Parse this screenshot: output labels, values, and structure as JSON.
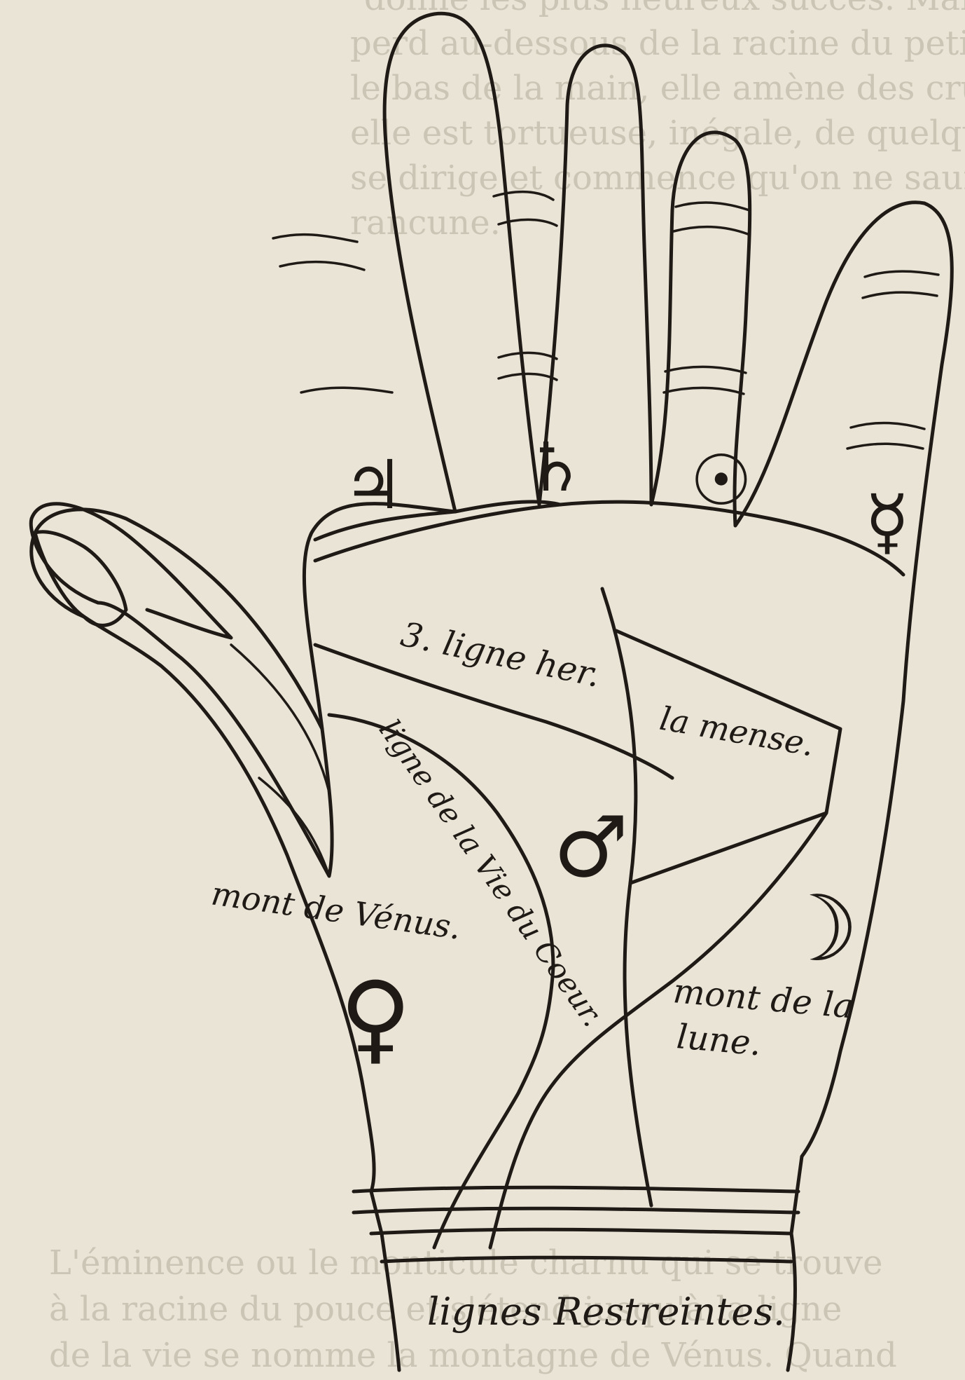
{
  "colors": {
    "paper": "#e9e4d6",
    "ink": "#1f1a16",
    "bleed": "#cbc5b6"
  },
  "background_text": {
    "top_lines": [
      "donne les plus heureux succès. Mais si elle se",
      "perd au-dessous de la racine du petit doigt, vers",
      "le bas de la main, elle amène des cruautés. Si",
      "elle est tortueuse, inégale, de quelque côté qu'elle",
      "se dirige et commence qu'on ne saura pas de la",
      "rancune."
    ],
    "bottom_lines": [
      "L'éminence ou le monticule charnu qui se trouve",
      "à la racine du pouce et s'étend jusqu'à la ligne",
      "de la vie se nomme la montagne de Vénus. Quand"
    ]
  },
  "symbols": {
    "jupiter": "♃",
    "saturn": "♄",
    "sun": "☉",
    "mercury": "☿",
    "mars": "♂",
    "venus": "♀",
    "moon": "☽"
  },
  "labels": {
    "ligne_her": "3. ligne her.",
    "la_mense": "la mense.",
    "ligne_vie": "ligne de la Vie du Coeur.",
    "mont_venus": "mont de Vénus.",
    "mont_lune_1": "mont de la",
    "mont_lune_2": "lune.",
    "restreintes": "lignes Restreintes."
  }
}
